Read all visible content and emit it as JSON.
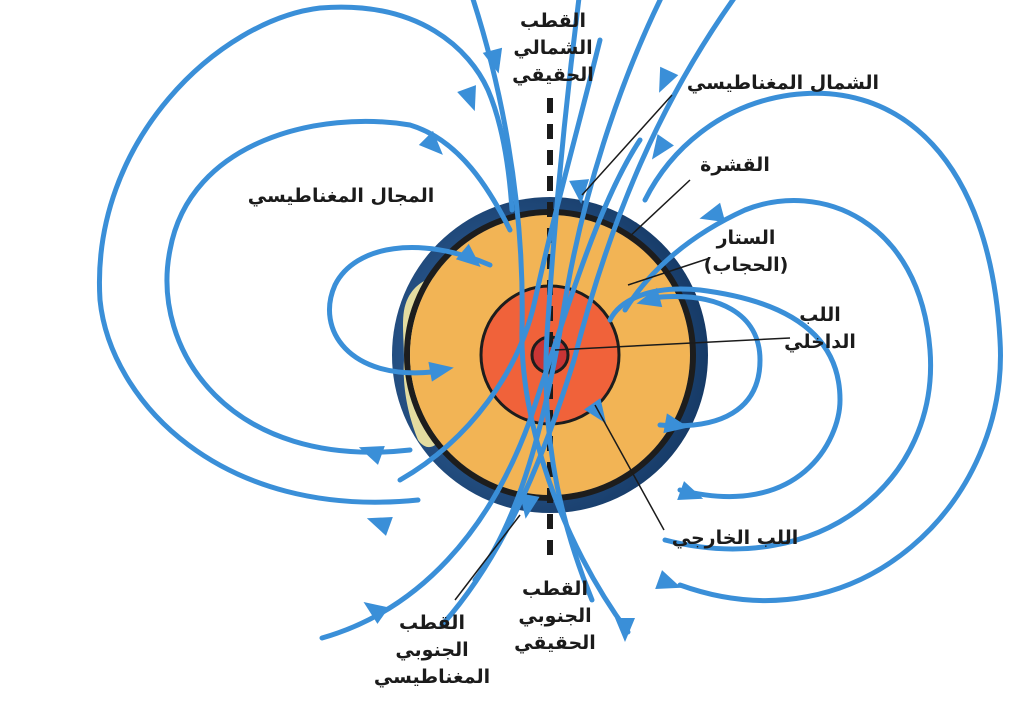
{
  "labels": {
    "true_north": [
      "القطب",
      "الشمالي",
      "الحقيقي"
    ],
    "magnetic_north": "الشمال المغناطيسي",
    "crust": "القشرة",
    "mantle": [
      "الستار",
      "(الحجاب)"
    ],
    "inner_core": [
      "اللب",
      "الداخلي"
    ],
    "outer_core": "اللب الخارجي",
    "magnetic_field": "المجال المغناطيسي",
    "true_south": [
      "القطب",
      "الجنوبي",
      "الحقيقي"
    ],
    "magnetic_south": [
      "القطب",
      "الجنوبي",
      "المغناطيسي"
    ]
  },
  "colors": {
    "field_lines": "#3a8fd8",
    "mantle": "#f2b455",
    "outer_core": "#f0623a",
    "inner_core": "#c93535",
    "crust_ring": "#1d1d1d",
    "axis": "#1b1b1b",
    "ocean": "#27548c",
    "land": "#e3dca0"
  },
  "icons": {
    "earth": "earth-globe-icon",
    "arrow": "field-arrow-icon"
  }
}
